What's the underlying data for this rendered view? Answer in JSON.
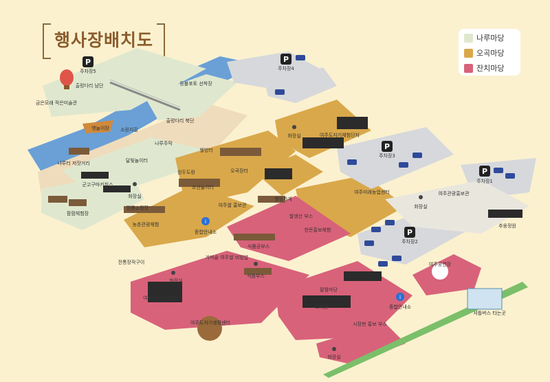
{
  "title": "행사장배치도",
  "legend": [
    {
      "label": "나루마당",
      "color": "#dfe8cf"
    },
    {
      "label": "오곡마당",
      "color": "#d9a84a"
    },
    {
      "label": "잔치마당",
      "color": "#d8627a"
    }
  ],
  "labels": {
    "parking5": "주차장5",
    "parking4": "주차장4",
    "parking3": "주차장3",
    "parking1": "주차장1",
    "parking2": "주차장2",
    "balloon": "출렁다리 남단",
    "festival_exp": "금은모래 작은미술관",
    "fish_market": "옛놀이장",
    "boat_stage": "소원지길",
    "boat_dock": "등불포토 선착장",
    "bridge_north": "출렁다리 북단",
    "nature_play": "나루주막",
    "lantern": "달빛놀이터",
    "nuri_cafe": "웰빙터",
    "bus_market": "나루터 저잣거리",
    "kids_park": "군고구마키친스",
    "farm_exp": "팜팜체험장",
    "restroom_a": "화장실",
    "yeoju_shop": "명품쇼핑장",
    "gwangjang": "농촌관광체험",
    "wonder": "원두도랑",
    "grain_ship": "조선놀이터",
    "grain_store": "오곡장터",
    "yeoju_pavilion": "여주쌀 홍보관",
    "info_center": "종합안내소",
    "restroom_b": "화장실",
    "exp_zone": "여주도자기체험단지",
    "restroom_c": "화장실",
    "yeoju_center": "여주미래농업센터",
    "yeojeong": "여주관광홍보관",
    "restroom_d": "화장실",
    "yangban": "쌀생산 부스",
    "green_exp": "한돈홍보체험",
    "fresh_booth": "식품공부스",
    "pioneer": "웰빙가게",
    "blue_stage": "추웅정원",
    "yeoju_hall": "여주공연장",
    "shuttle": "셔틀버스 타는곳",
    "traditional": "전통장작구이",
    "yeoju_rice": "가마솥 여주쌀 비빔밥",
    "food_booth": "식음부스",
    "restroom_e": "화장실",
    "exp_center": "여주도자기체험센터",
    "rice_center": "여주도자기생활센터",
    "walkway": "팔월마당",
    "main_stage": "도예관",
    "info_center2": "종합안내소",
    "marketplace": "시장판 홍보 부스",
    "restroom_f": "화장실"
  }
}
